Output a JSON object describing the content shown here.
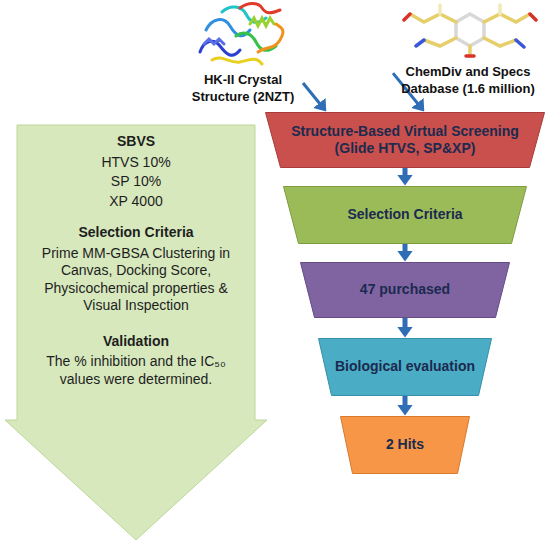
{
  "diagram": {
    "nodes": [
      {
        "text": [
          "HK-II Crystal Structure (2NZT)"
        ]
      },
      {
        "text": [
          "ChemDiv and Specs Database (1.6 million)"
        ]
      },
      {
        "text": [
          "Structure-Based Virtual Screening (Glide HTVS, SP&XP)"
        ]
      },
      {
        "text": [
          "Selection Criteria"
        ]
      },
      {
        "text": [
          "47 purchased"
        ]
      },
      {
        "text": [
          "Biological evaluation"
        ]
      },
      {
        "text": [
          "2 Hits"
        ]
      },
      {
        "text": [
          "SBVS",
          "HTVS 10%",
          "SP 10%",
          "XP 4000",
          "Selection Criteria",
          "Prime MM-GBSA Clustering in Canvas, Docking Score, Physicochemical properties & Visual Inspection",
          "Validation",
          "The % inhibition and the IC₅₀ values were determined."
        ]
      }
    ],
    "edges": [
      {
        "from": 0,
        "to": 2,
        "arrow": "to"
      },
      {
        "from": 1,
        "to": 2,
        "arrow": "to"
      },
      {
        "from": 2,
        "to": 3,
        "arrow": "to"
      },
      {
        "from": 3,
        "to": 4,
        "arrow": "to"
      },
      {
        "from": 4,
        "to": 5,
        "arrow": "to"
      },
      {
        "from": 5,
        "to": 6,
        "arrow": "to"
      }
    ]
  }
}
